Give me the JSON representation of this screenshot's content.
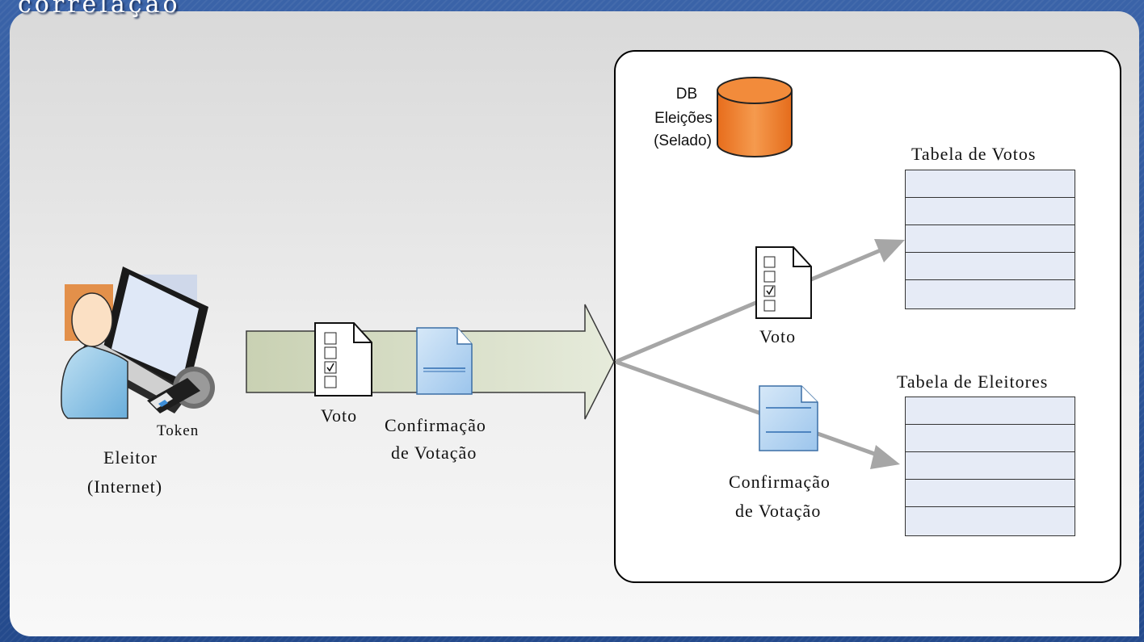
{
  "slide": {
    "title": "correlação"
  },
  "voter": {
    "token_label": "Token",
    "name": "Eleitor",
    "channel": "(Internet)"
  },
  "transmission": {
    "vote_label": "Voto",
    "confirmation_line1": "Confirmação",
    "confirmation_line2": "de Votação"
  },
  "database": {
    "name_line1": "DB",
    "name_line2": "Eleições",
    "name_line3": "(Selado)",
    "vote_label": "Voto",
    "confirmation_line1": "Confirmação",
    "confirmation_line2": "de Votação",
    "votes_table": {
      "title": "Tabela de Votos",
      "rows": 5
    },
    "voters_table": {
      "title": "Tabela de Eleitores",
      "rows": 5
    }
  },
  "colors": {
    "frame": "#2e5597",
    "arrow_fill": "#dde3cf",
    "cylinder": "#f07f2c",
    "table_row": "#e6ebf6",
    "connector": "#a6a6a6",
    "doc_blue": "#a9cdef"
  }
}
